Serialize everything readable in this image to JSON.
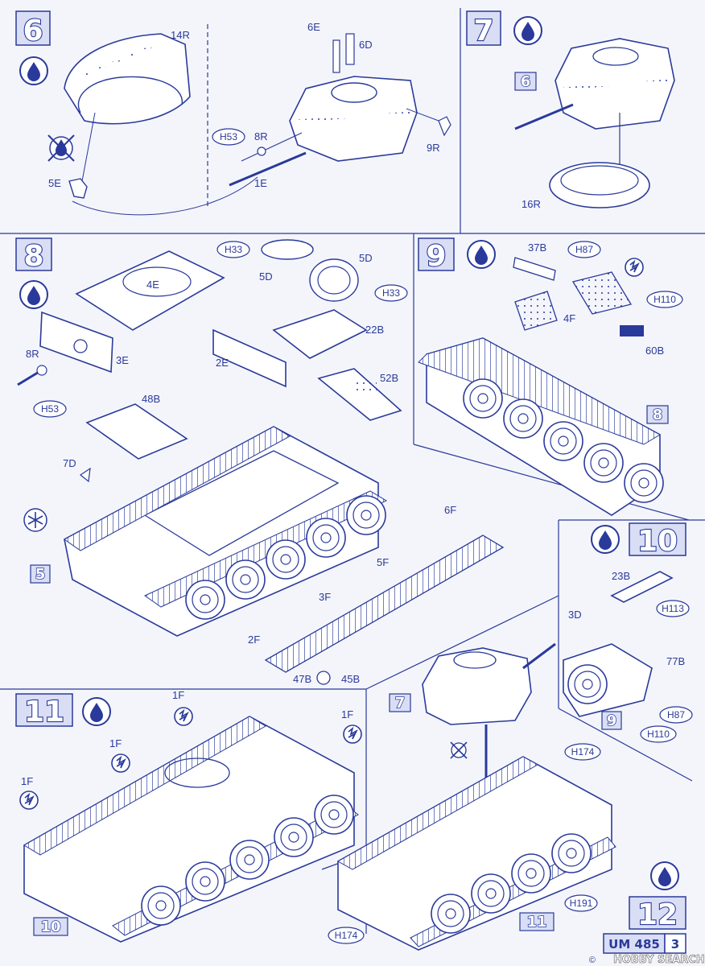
{
  "colors": {
    "ink": "#2a3a9a",
    "paper": "#f4f5fb",
    "badge": "#d9def5"
  },
  "steps": {
    "s6": "6",
    "s7": "7",
    "s8": "8",
    "s9": "9",
    "s10": "10",
    "s11": "11",
    "s12": "12"
  },
  "refs": {
    "r6": "6",
    "r8": "8",
    "r5": "5",
    "r9": "9",
    "r10": "10",
    "r11": "11",
    "r7": "7"
  },
  "parts": {
    "p14R": "14R",
    "p6E": "6E",
    "p6D": "6D",
    "p8R": "8R",
    "p1E": "1E",
    "p9R": "9R",
    "p5E": "5E",
    "p16R": "16R",
    "p4E": "4E",
    "p5D_a": "5D",
    "p5D_b": "5D",
    "p22B": "22B",
    "p3E": "3E",
    "p8R_b": "8R",
    "p2E": "2E",
    "p52B": "52B",
    "p48B": "48B",
    "p7D": "7D",
    "p6F": "6F",
    "p5F": "5F",
    "p3F": "3F",
    "p2F": "2F",
    "p47B": "47B",
    "p45B": "45B",
    "p37B": "37B",
    "p4F": "4F",
    "p60B": "60B",
    "p23B": "23B",
    "p3D": "3D",
    "p77B": "77B",
    "p1F_a": "1F",
    "p1F_b": "1F",
    "p1F_c": "1F",
    "p1F_d": "1F"
  },
  "callouts": {
    "H53a": "H53",
    "H33a": "H33",
    "H33b": "H33",
    "H53b": "H53",
    "H87a": "H87",
    "H110a": "H110",
    "H113": "H113",
    "H87b": "H87",
    "H110b": "H110",
    "H174a": "H174",
    "H191": "H191",
    "H174b": "H174"
  },
  "footer": {
    "code": "UM 485",
    "page": "3"
  },
  "watermark": {
    "text": "HOBBY SEARCH",
    "copyright": "©"
  },
  "icons": [
    "glue-drop-icon",
    "no-glue-icon",
    "cement-icon",
    "repeat-icon"
  ]
}
